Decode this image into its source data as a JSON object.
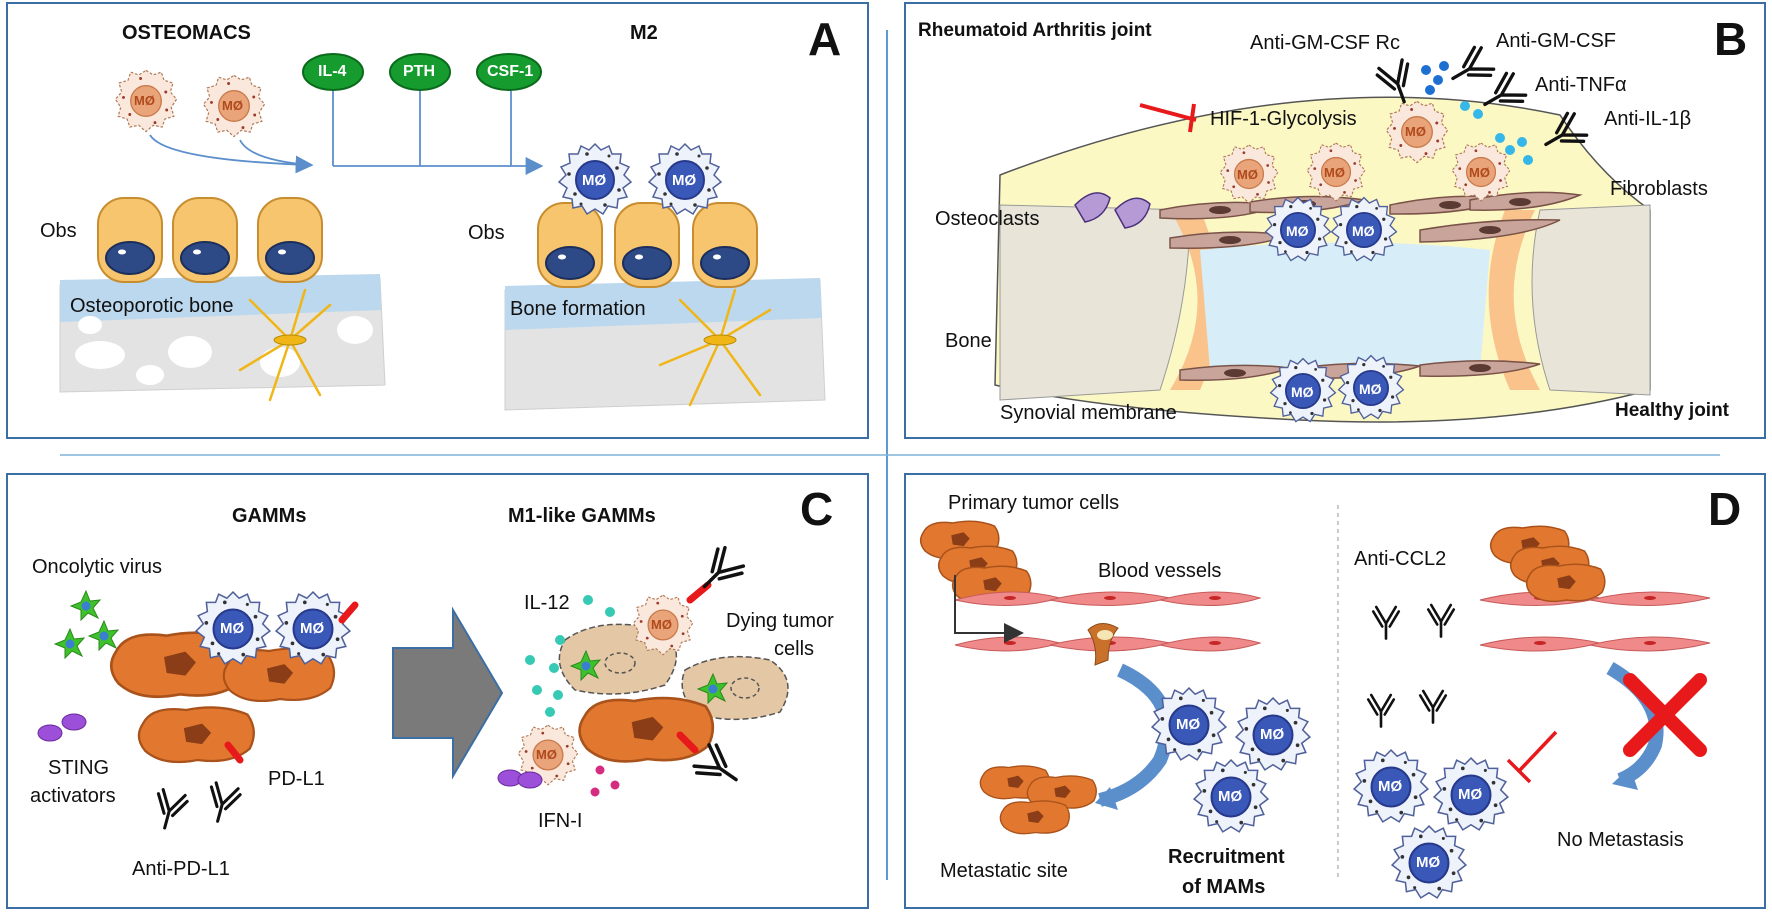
{
  "panels": {
    "a": {
      "letter": "A",
      "osteomacs": "OSTEOMACS",
      "m2": "M2",
      "il4": "IL-4",
      "pth": "PTH",
      "csf1": "CSF-1",
      "obs_left": "Obs",
      "obs_right": "Obs",
      "osteoporotic_bone": "Osteoporotic bone",
      "bone_formation": "Bone formation"
    },
    "b": {
      "letter": "B",
      "title": "Rheumatoid Arthritis joint",
      "anti_gmcsf_rc": "Anti-GM-CSF Rc",
      "anti_gmcsf": "Anti-GM-CSF",
      "anti_tnf": "Anti-TNFα",
      "anti_il1b": "Anti-IL-1β",
      "hif": "HIF-1-Glycolysis",
      "fibroblasts": "Fibroblasts",
      "osteoclasts": "Osteoclasts",
      "bone": "Bone",
      "synovial": "Synovial membrane",
      "healthy": "Healthy joint"
    },
    "c": {
      "letter": "C",
      "gamms": "GAMMs",
      "m1like": "M1-like GAMMs",
      "oncolytic": "Oncolytic virus",
      "il12": "IL-12",
      "dying1": "Dying tumor",
      "dying2": "cells",
      "sting1": "STING",
      "sting2": "activators",
      "pdl1": "PD-L1",
      "anti_pdl1": "Anti-PD-L1",
      "ifn": "IFN-I"
    },
    "d": {
      "letter": "D",
      "primary": "Primary tumor cells",
      "blood": "Blood vessels",
      "anti_ccl2": "Anti-CCL2",
      "metastatic": "Metastatic site",
      "recruit1": "Recruitment",
      "recruit2": "of MAMs",
      "no_meta": "No Metastasis"
    }
  },
  "macrophage_label": "MØ",
  "colors": {
    "panel_border": "#3b6ea5",
    "green_badge": "#169c2e",
    "m2_blue": "#3a58b8",
    "m1_orange": "#e08a55",
    "tumor_orange": "#e2782f",
    "red_inhibitor": "#e8191b",
    "vessel_pink": "#f08a8a",
    "osteoblast_tan": "#f7c56e"
  }
}
